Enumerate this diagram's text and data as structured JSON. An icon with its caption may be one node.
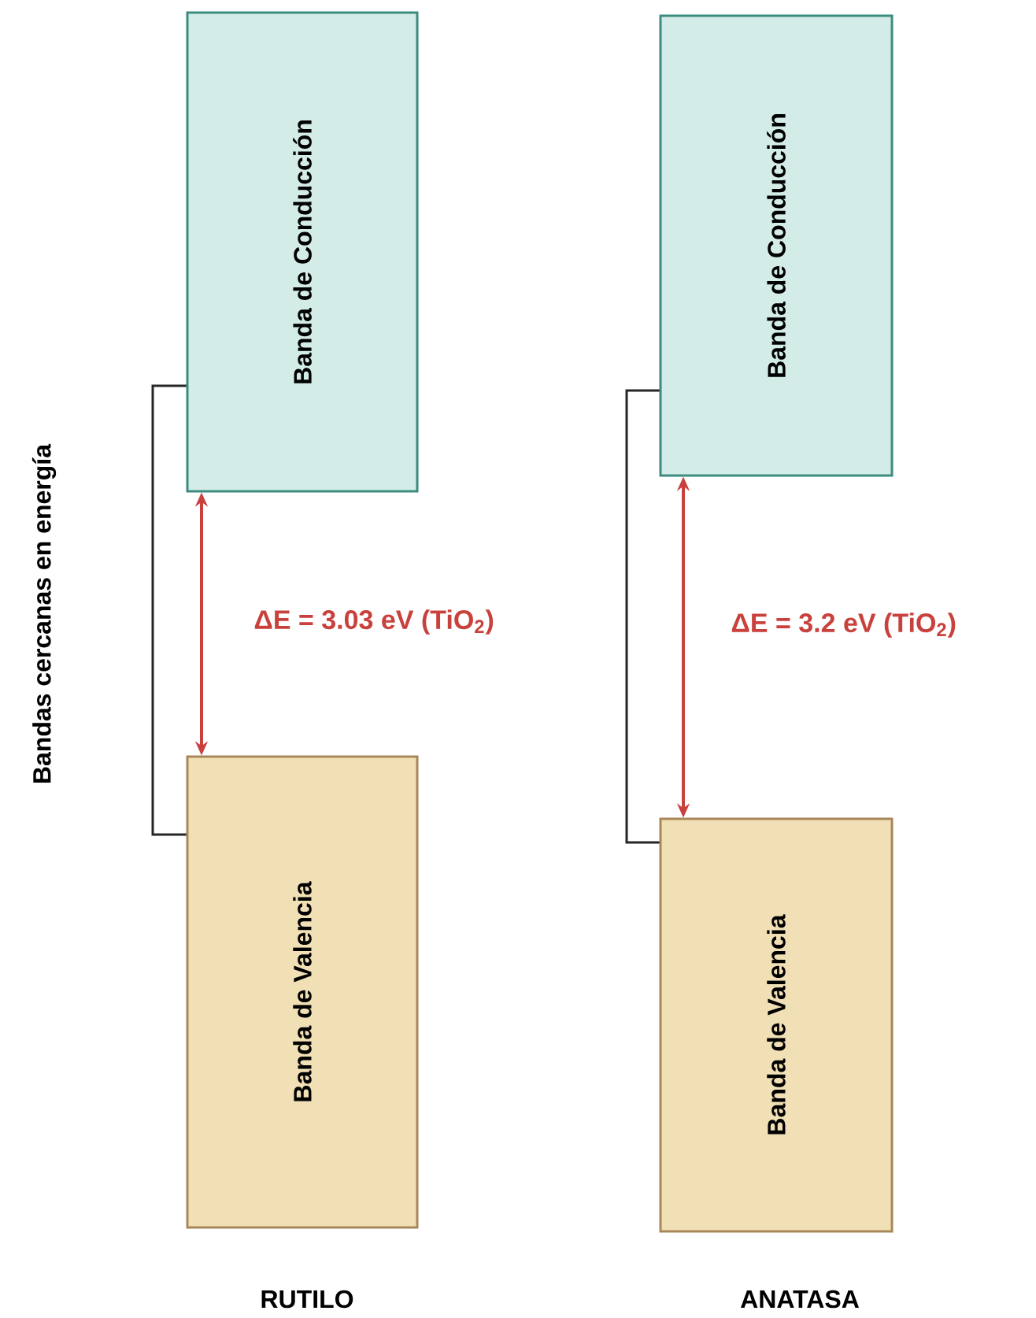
{
  "diagram": {
    "nodes": [
      {
        "text": [
          "Banda de Conducción"
        ]
      },
      {
        "text": [
          "Banda de Valencia"
        ]
      },
      {
        "text": [
          "Banda de Conducción"
        ]
      },
      {
        "text": [
          "Banda de Valencia"
        ]
      }
    ],
    "edges": [
      {
        "from": 0,
        "to": 1,
        "arrow": "both",
        "label": "ΔE = 3.03 eV (TiO$_{2}$)"
      },
      {
        "from": 2,
        "to": 3,
        "arrow": "both",
        "label": "ΔE = 3.2 eV (TiO$_{2}$)"
      }
    ],
    "labels": [
      "Bandas cercanas en energía",
      "RUTILO",
      "ANATASA"
    ]
  }
}
